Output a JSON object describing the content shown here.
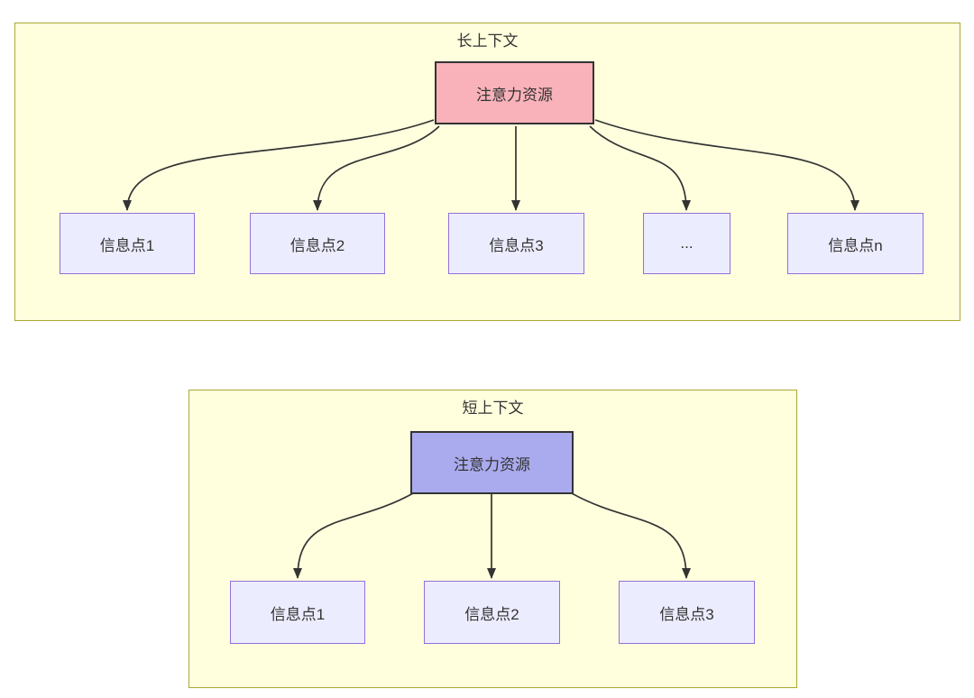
{
  "colors": {
    "cluster_fill": "#ffffde",
    "cluster_border": "#aaaa33",
    "node_fill": "#ececff",
    "node_border": "#9370db",
    "attention_long_fill": "#f9b2ba",
    "attention_short_fill": "#aaaaee",
    "attention_border": "#333333",
    "arrow": "#333333",
    "text": "#333333"
  },
  "long_context": {
    "title": "长上下文",
    "attention": {
      "label": "注意力资源"
    },
    "info_nodes": [
      {
        "label": "信息点1"
      },
      {
        "label": "信息点2"
      },
      {
        "label": "信息点3"
      },
      {
        "label": "..."
      },
      {
        "label": "信息点n"
      }
    ]
  },
  "short_context": {
    "title": "短上下文",
    "attention": {
      "label": "注意力资源"
    },
    "info_nodes": [
      {
        "label": "信息点1"
      },
      {
        "label": "信息点2"
      },
      {
        "label": "信息点3"
      }
    ]
  }
}
